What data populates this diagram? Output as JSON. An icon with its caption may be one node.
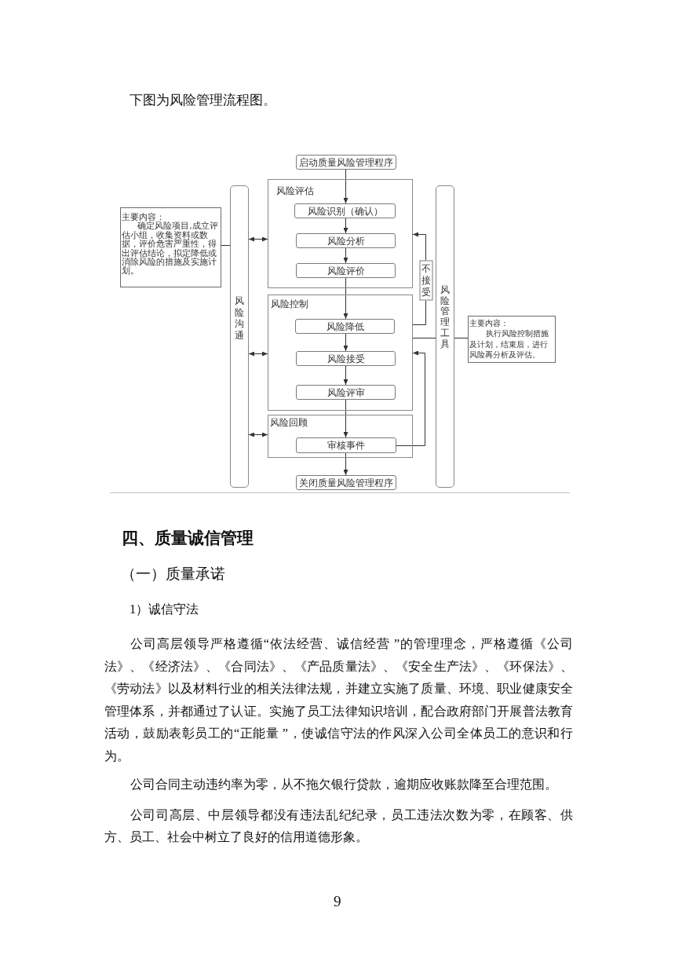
{
  "diagram": {
    "nodes": [
      {
        "text": [
          "启动质量风险管理程序"
        ]
      },
      {
        "text": [
          "风险评估"
        ]
      },
      {
        "text": [
          "风险识别（确认）"
        ],
        "in": 1
      },
      {
        "text": [
          "风险分析"
        ],
        "in": 1
      },
      {
        "text": [
          "风险评价"
        ],
        "in": 1
      },
      {
        "text": [
          "风险控制"
        ]
      },
      {
        "text": [
          "风险降低"
        ],
        "in": 5
      },
      {
        "text": [
          "风险接受"
        ],
        "in": 5
      },
      {
        "text": [
          "风险评审"
        ],
        "in": 5
      },
      {
        "text": [
          "风险回顾"
        ]
      },
      {
        "text": [
          "审核事件"
        ],
        "in": 9
      },
      {
        "text": [
          "关闭质量风险管理程序"
        ]
      },
      {
        "text": [
          "风险沟通"
        ]
      },
      {
        "text": [
          "风险管理工具"
        ]
      },
      {
        "text": [
          "主要内容：",
          "确定风险项目,成立评估小组，收集资料或数据，评价危害严重性，得出评估结论，拟定降低或消除风险的措施及实施计划。"
        ]
      },
      {
        "text": [
          "主要内容：",
          "执行风险控制措施及计划，结束后，进行风险再分析及评估。"
        ]
      }
    ],
    "edges": [
      {
        "from": 0,
        "to": 2,
        "arrow": "to"
      },
      {
        "from": 2,
        "to": 3,
        "arrow": "to"
      },
      {
        "from": 3,
        "to": 4,
        "arrow": "to"
      },
      {
        "from": 4,
        "to": 6,
        "arrow": "to"
      },
      {
        "from": 6,
        "to": 7,
        "arrow": "to"
      },
      {
        "from": 7,
        "to": 8,
        "arrow": "to"
      },
      {
        "from": 8,
        "to": 10,
        "arrow": "to"
      },
      {
        "from": 10,
        "to": 11,
        "arrow": "to"
      },
      {
        "from": 5,
        "to": 1,
        "arrow": "to",
        "label": "不接受"
      },
      {
        "from": 10,
        "to": 5,
        "arrow": "to"
      },
      {
        "from": 14,
        "to": 12,
        "arrow": "none"
      },
      {
        "from": 12,
        "to": 1,
        "arrow": "both"
      },
      {
        "from": 12,
        "to": 5,
        "arrow": "both"
      },
      {
        "from": 12,
        "to": 9,
        "arrow": "both"
      },
      {
        "from": 5,
        "to": 13,
        "arrow": "none"
      },
      {
        "from": 13,
        "to": 15,
        "arrow": "none"
      }
    ],
    "labels": [
      "下图为风险管理流程图。",
      "四、质量诚信管理",
      "（一）质量承诺",
      "1）诚信守法",
      "公司高层领导严格遵循“依法经营、诚信经营 ”的管理理念，严格遵循《公司法》、《经济法》、《合同法》、《产品质量法》、《安全生产法》、《环保法》、《劳动法》以及材料行业的相关法律法规，并建立实施了质量、环境、职业健康安全管理体系，并都通过了认证。实施了员工法律知识培训，配合政府部门开展普法教育活动，鼓励表彰员工的“正能量 ”，使诚信守法的作风深入公司全体员工的意识和行为。",
      "公司合同主动违约率为零，从不拖欠银行贷款，逾期应收账款降至合理范围。",
      "公司司高层、中层领导都没有违法乱纪纪录，员工违法次数为零，在顾客、供方、员工、社会中树立了良好的信用道德形象。",
      "9"
    ]
  }
}
